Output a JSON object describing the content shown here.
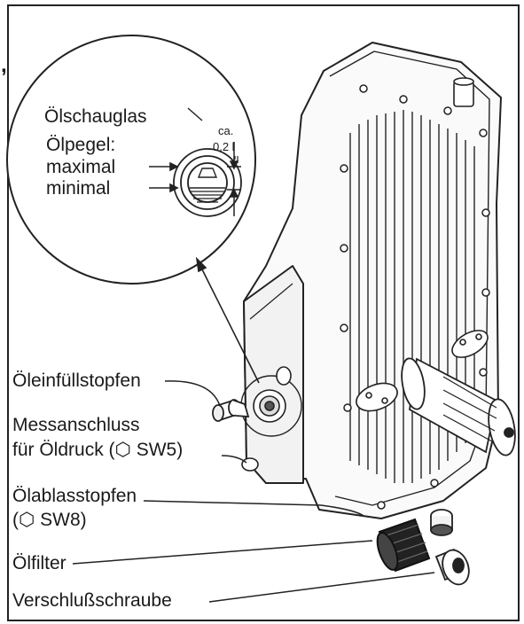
{
  "zoom_detail": {
    "title": "Ölschauglas",
    "level_label": "Ölpegel:",
    "max_label": "maximal",
    "min_label": "minimal",
    "capacity_prefix": "ca.",
    "capacity_value": "0,2 l"
  },
  "callouts": {
    "fill_plug": "Öleinfüllstopfen",
    "pressure_port_line1": "Messanschluss",
    "pressure_port_line2": "für Öldruck (⬡ SW5)",
    "drain_plug_line1": "Ölablasstopfen",
    "drain_plug_line2": "(⬡ SW8)",
    "oil_filter": "Ölfilter",
    "screw_plug": "Verschlußschraube"
  },
  "margin_mark": ","
}
